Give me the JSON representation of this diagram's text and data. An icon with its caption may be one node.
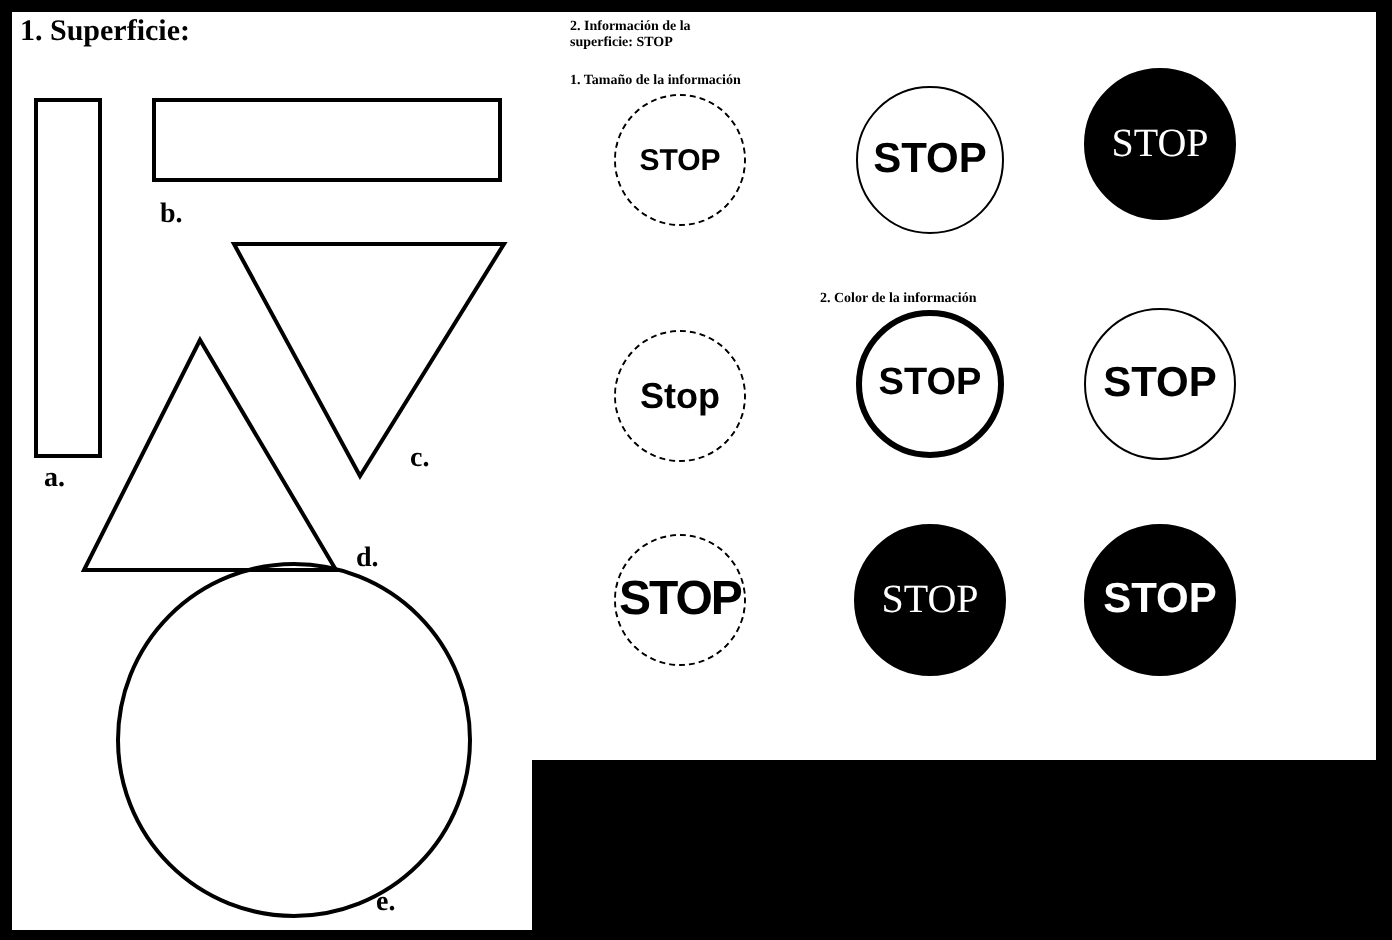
{
  "diagram": {
    "nodes": [
      {
        "text": [],
        "shape": "box"
      },
      {
        "text": [],
        "shape": "box"
      },
      {
        "text": [],
        "shape": "triangle"
      },
      {
        "text": [],
        "shape": "triangle"
      },
      {
        "text": [],
        "shape": "circle"
      },
      {
        "text": [
          "STOP"
        ]
      },
      {
        "text": [
          "STOP"
        ]
      },
      {
        "text": [
          "STOP"
        ]
      },
      {
        "text": [
          "Stop"
        ]
      },
      {
        "text": [
          "STOP"
        ]
      },
      {
        "text": [
          "STOP"
        ]
      },
      {
        "text": [
          "STOP"
        ]
      },
      {
        "text": [
          "STOP"
        ]
      },
      {
        "text": [
          "STOP"
        ]
      }
    ],
    "edges": [],
    "labels": [
      "1. Superficie:",
      "b.",
      "c.",
      "a.",
      "d.",
      "e.",
      "2. Información de la superficie: STOP",
      "1. Tamaño de la información",
      "2. Color de la información"
    ]
  }
}
